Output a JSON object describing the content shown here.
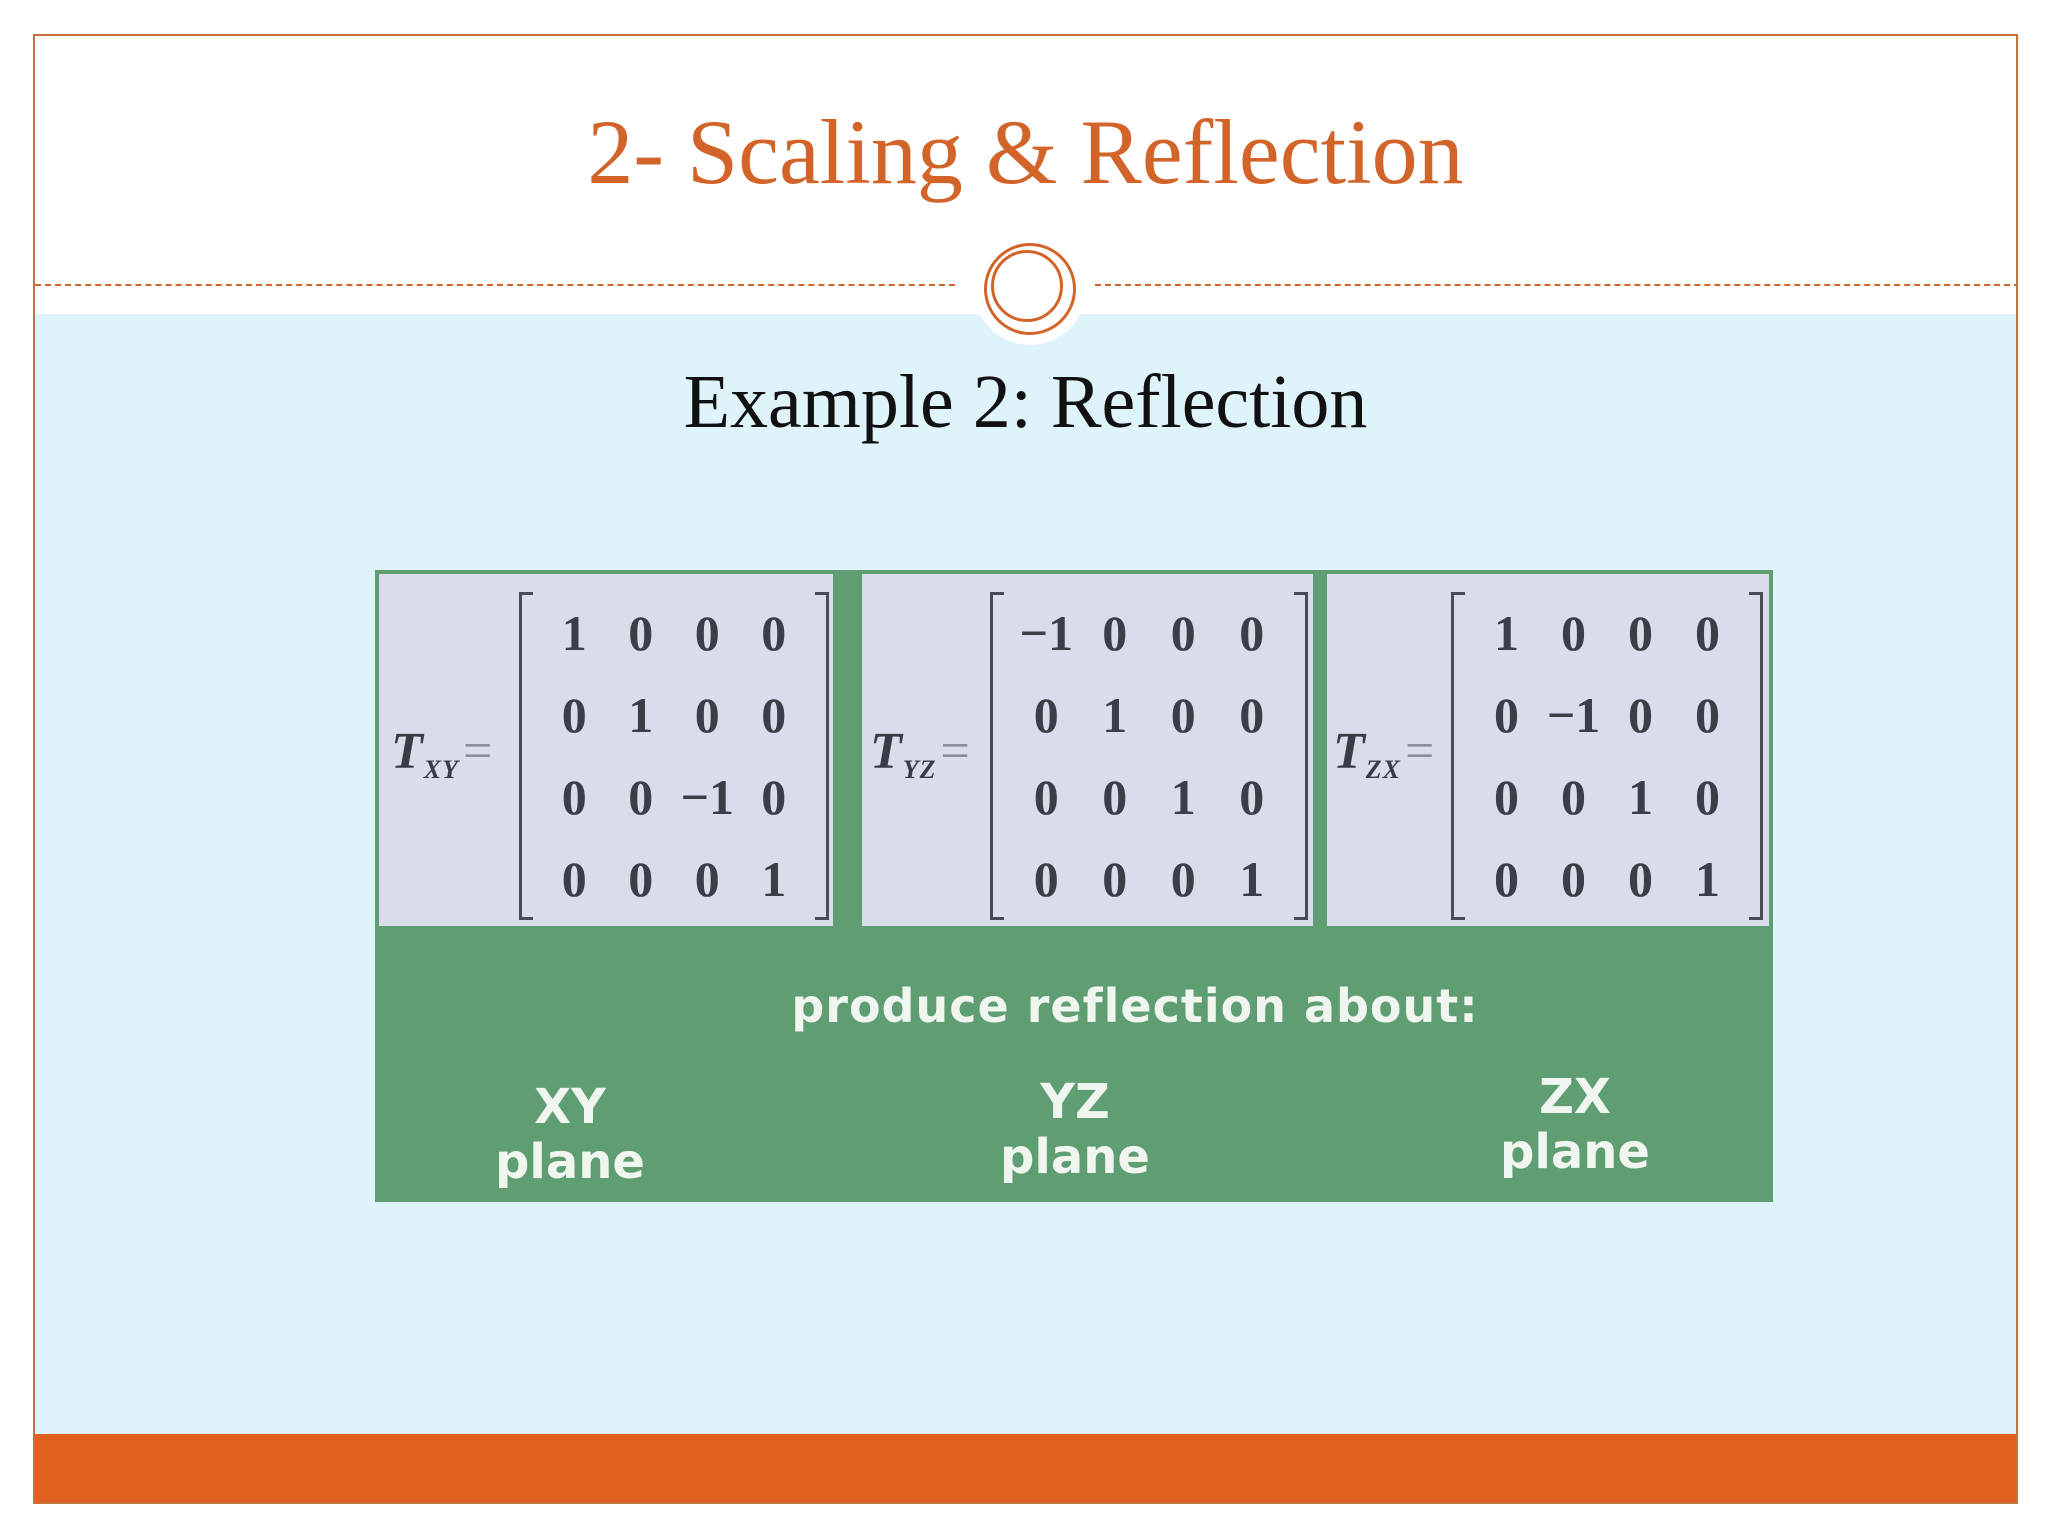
{
  "slide": {
    "title": "2- Scaling & Reflection",
    "subtitle": "Example 2: Reflection",
    "colors": {
      "accent": "#d2642a",
      "content_background": "#dff3fb",
      "bottom_bar": "#e0601f",
      "figure_green": "#5f9e72",
      "panel_gray": "#d9ddeb"
    }
  },
  "figure": {
    "matrices": [
      {
        "symbol": "T",
        "subscript": "XY",
        "equals": "=",
        "rows": [
          [
            "1",
            "0",
            "0",
            "0"
          ],
          [
            "0",
            "1",
            "0",
            "0"
          ],
          [
            "0",
            "0",
            "−1",
            "0"
          ],
          [
            "0",
            "0",
            "0",
            "1"
          ]
        ]
      },
      {
        "symbol": "T",
        "subscript": "YZ",
        "equals": "=",
        "rows": [
          [
            "−1",
            "0",
            "0",
            "0"
          ],
          [
            "0",
            "1",
            "0",
            "0"
          ],
          [
            "0",
            "0",
            "1",
            "0"
          ],
          [
            "0",
            "0",
            "0",
            "1"
          ]
        ]
      },
      {
        "symbol": "T",
        "subscript": "ZX",
        "equals": "=",
        "rows": [
          [
            "1",
            "0",
            "0",
            "0"
          ],
          [
            "0",
            "−1",
            "0",
            "0"
          ],
          [
            "0",
            "0",
            "1",
            "0"
          ],
          [
            "0",
            "0",
            "0",
            "1"
          ]
        ]
      }
    ],
    "caption": "produce reflection  about:",
    "planes": [
      {
        "axis": "XY",
        "word": "plane"
      },
      {
        "axis": "YZ",
        "word": "plane"
      },
      {
        "axis": "ZX",
        "word": "plane"
      }
    ]
  }
}
